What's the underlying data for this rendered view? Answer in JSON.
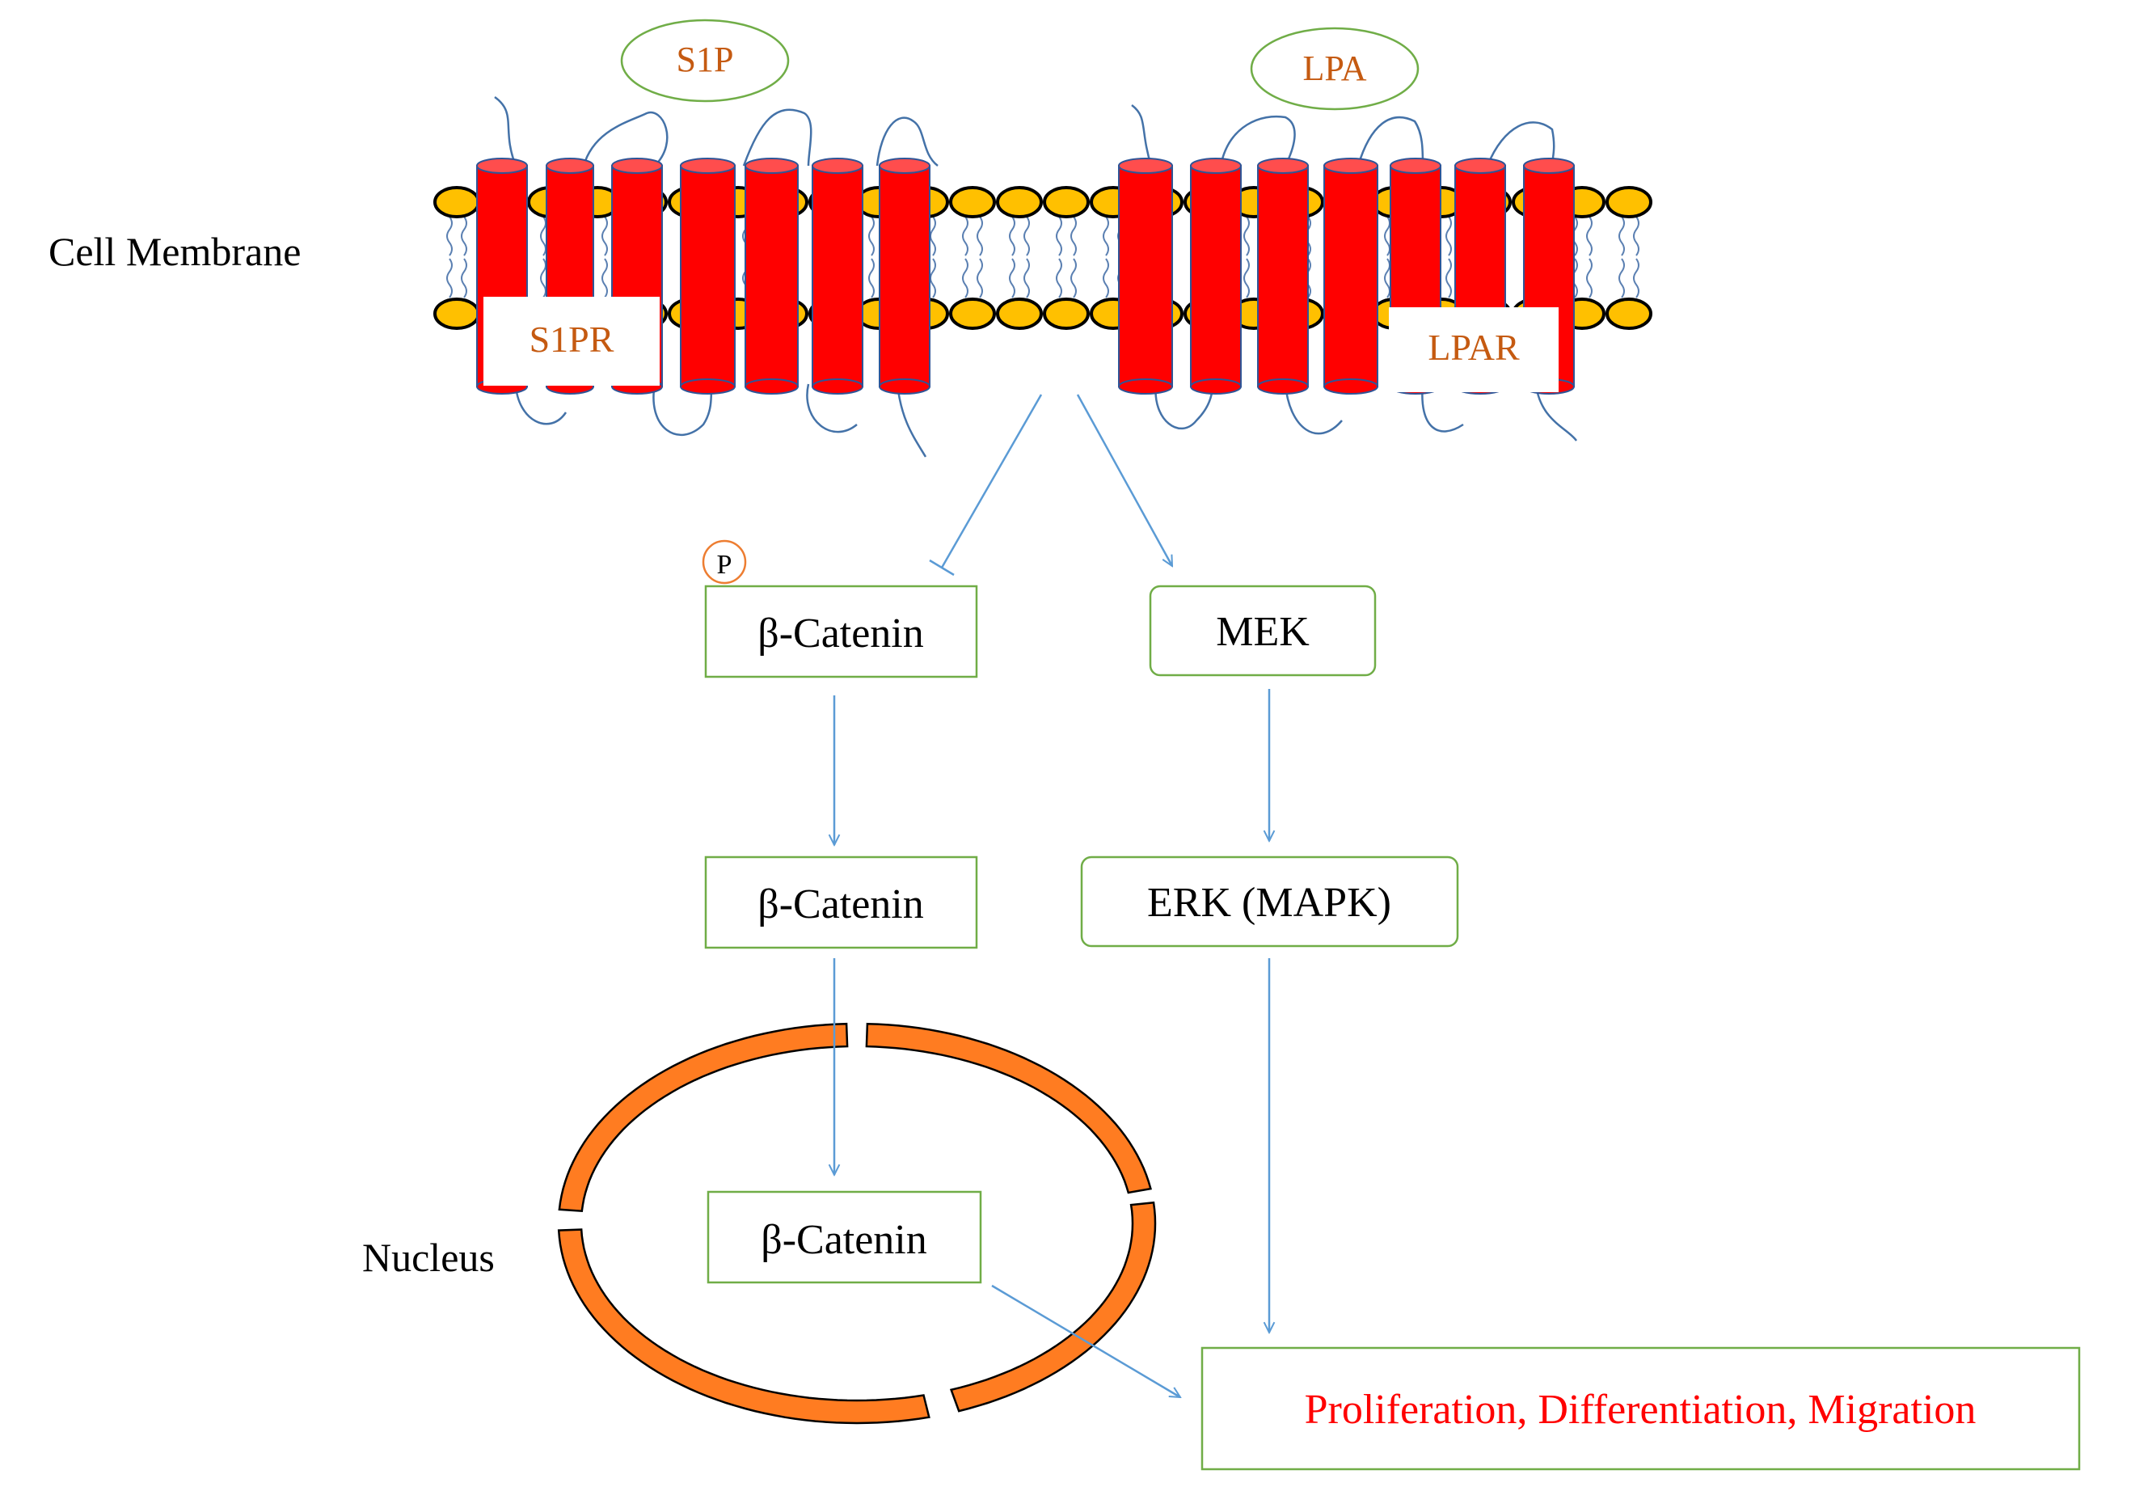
{
  "labels": {
    "cell_membrane": "Cell Membrane",
    "nucleus": "Nucleus",
    "s1p": "S1P",
    "lpa": "LPA",
    "s1pr": "S1PR",
    "lpar": "LPAR",
    "phospho": "P"
  },
  "boxes": {
    "beta_catenin_phospho": "β-Catenin",
    "beta_catenin_cyto": "β-Catenin",
    "beta_catenin_nuclear": "β-Catenin",
    "mek": "MEK",
    "erk": "ERK (MAPK)",
    "outcome": "Proliferation, Differentiation, Migration"
  },
  "colors": {
    "receptor_red": "#ff0000",
    "lipid_head_yellow": "#ffc000",
    "label_brown": "#c55a11",
    "ligand_outline_green": "#70ad47",
    "box_green": "#70ad47",
    "arrow_blue": "#5b9bd5",
    "nucleus_orange": "#ff7c21",
    "outcome_red": "#ff0000",
    "text_black": "#000000"
  }
}
